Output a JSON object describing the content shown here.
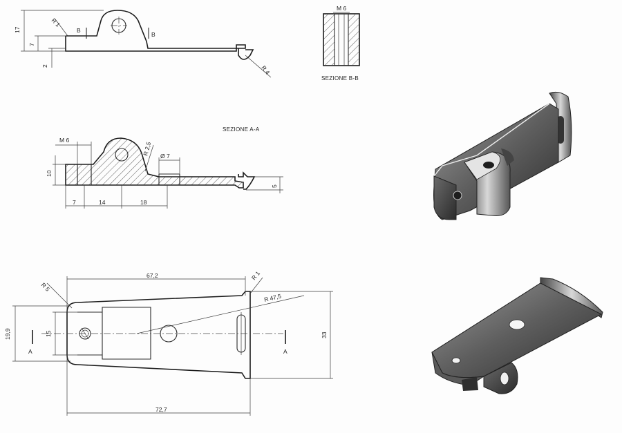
{
  "view_side": {
    "r1": "R 1",
    "b_left": "B",
    "b_right": "B",
    "h17": "17",
    "h7": "7",
    "h2": "2",
    "r4": "R 4"
  },
  "section_bb": {
    "thread": "M 6",
    "title": "SEZIONE B-B"
  },
  "section_aa": {
    "title": "SEZIONE A-A",
    "thread": "M 6",
    "r25": "R 2,5",
    "dia7": "Ø 7",
    "h10": "10",
    "h5": "5",
    "w7": "7",
    "w14": "14",
    "w18": "18"
  },
  "view_top": {
    "len_672": "67,2",
    "len_727": "72,7",
    "r5": "R 5",
    "r1": "R 1",
    "r475": "R 47,5",
    "h199": "19,9",
    "h15": "15",
    "h33": "33",
    "cut_left": "A",
    "cut_right": "A"
  }
}
